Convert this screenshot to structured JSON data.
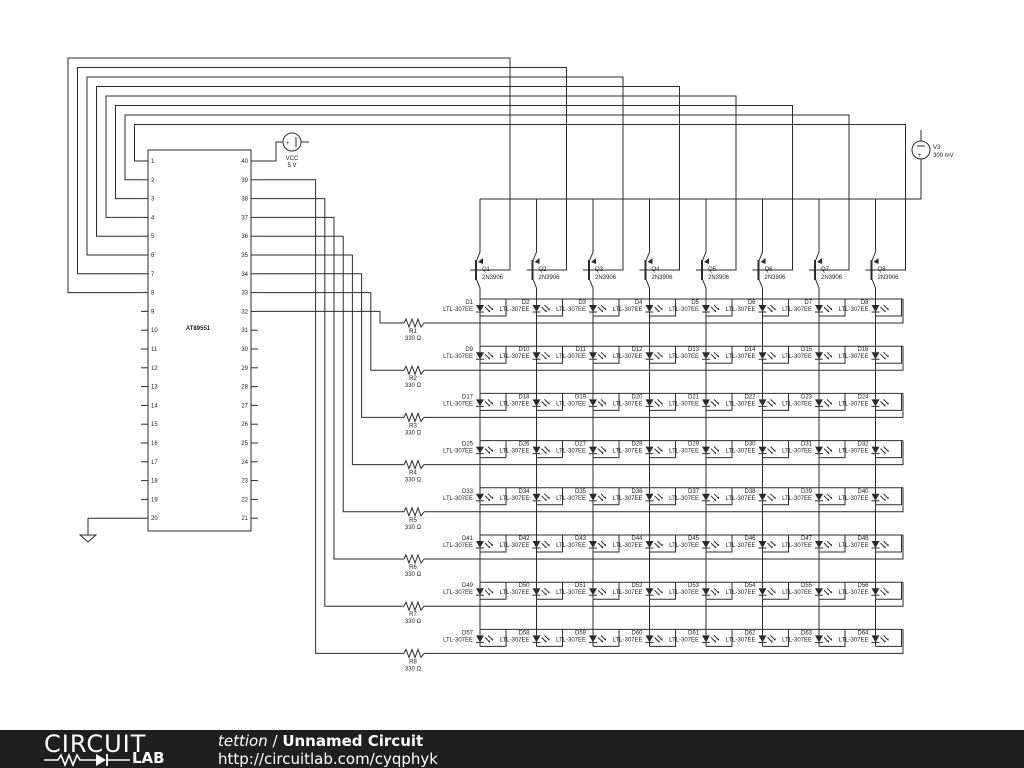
{
  "circuit": {
    "mcu": {
      "name": "AT89551",
      "left_pins": [
        "1",
        "2",
        "3",
        "4",
        "5",
        "6",
        "7",
        "8",
        "9",
        "10",
        "11",
        "12",
        "13",
        "14",
        "15",
        "16",
        "17",
        "18",
        "19",
        "20"
      ],
      "right_pins": [
        "40",
        "39",
        "38",
        "37",
        "36",
        "35",
        "34",
        "33",
        "32",
        "31",
        "30",
        "29",
        "28",
        "27",
        "26",
        "25",
        "24",
        "23",
        "22",
        "21"
      ]
    },
    "vcc": {
      "label": "VCC",
      "value": "5 V"
    },
    "v3": {
      "label": "V3",
      "value": "300 mV"
    },
    "transistors": [
      {
        "ref": "Q1",
        "part": "2N3906"
      },
      {
        "ref": "Q2",
        "part": "2N3906"
      },
      {
        "ref": "Q3",
        "part": "2N3906"
      },
      {
        "ref": "Q4",
        "part": "2N3906"
      },
      {
        "ref": "Q5",
        "part": "2N3906"
      },
      {
        "ref": "Q6",
        "part": "2N3906"
      },
      {
        "ref": "Q7",
        "part": "2N3906"
      },
      {
        "ref": "Q8",
        "part": "2N3906"
      }
    ],
    "resistors": [
      {
        "ref": "R1",
        "value": "330 Ω"
      },
      {
        "ref": "R2",
        "value": "330 Ω"
      },
      {
        "ref": "R3",
        "value": "330 Ω"
      },
      {
        "ref": "R4",
        "value": "330 Ω"
      },
      {
        "ref": "R5",
        "value": "330 Ω"
      },
      {
        "ref": "R6",
        "value": "330 Ω"
      },
      {
        "ref": "R7",
        "value": "330 Ω"
      },
      {
        "ref": "R8",
        "value": "330 Ω"
      }
    ],
    "led_part": "LTL-307EE",
    "led_refs": [
      "D1",
      "D2",
      "D3",
      "D4",
      "D5",
      "D6",
      "D7",
      "D8",
      "D9",
      "D10",
      "D11",
      "D12",
      "D13",
      "D14",
      "D15",
      "D16",
      "D17",
      "D18",
      "D19",
      "D20",
      "D21",
      "D22",
      "D23",
      "D24",
      "D25",
      "D26",
      "D27",
      "D28",
      "D29",
      "D30",
      "D31",
      "D32",
      "D33",
      "D34",
      "D35",
      "D36",
      "D37",
      "D38",
      "D39",
      "D40",
      "D41",
      "D42",
      "D43",
      "D44",
      "D45",
      "D46",
      "D47",
      "D48",
      "D49",
      "D50",
      "D51",
      "D52",
      "D53",
      "D54",
      "D55",
      "D56",
      "D57",
      "D58",
      "D59",
      "D60",
      "D61",
      "D62",
      "D63",
      "D64"
    ]
  },
  "footer": {
    "logo_top": "CIRCUIT",
    "logo_bottom": "LAB",
    "author": "tettion",
    "separator": " / ",
    "title": "Unnamed Circuit",
    "url": "http://circuitlab.com/cyqphyk"
  }
}
